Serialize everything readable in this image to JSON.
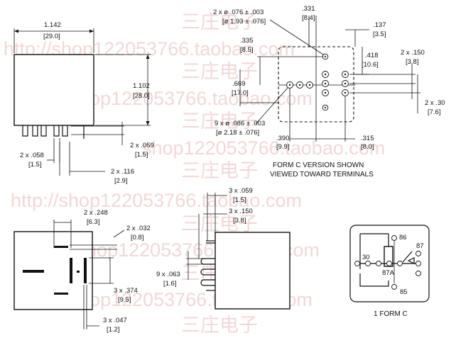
{
  "dimensions": {
    "width_in": "1.142",
    "width_mm": "[29.0]",
    "height_in": "1.102",
    "height_mm": "[28.0]",
    "t_058_in": "2 x .058",
    "t_058_mm": "[1.5]",
    "t_059_in": "2 x .059",
    "t_059_mm": "[1.5]",
    "t_116_in": "2 x .116",
    "t_116_mm": "[2.9]",
    "hole_small_in": "2 x ø .076 ± .003",
    "hole_small_mm": "[ø 1.93 ± .076]",
    "d331_in": ".331",
    "d331_mm": "[8.4]",
    "d137_in": ".137",
    "d137_mm": "[3.5]",
    "d335_in": ".335",
    "d335_mm": "[8.5]",
    "d418_in": ".418",
    "d418_mm": "[10.6]",
    "d150_in": "2 x .150",
    "d150_mm": "[3.8]",
    "d669_in": ".669",
    "d669_mm": "[17.0]",
    "d30_in": "2 x .30",
    "d30_mm": "[7.6]",
    "hole_big_in": "9 x ø .086 ± .003",
    "hole_big_mm": "[ø 2.18 ± .076]",
    "d390_in": ".390",
    "d390_mm": "[9.9]",
    "d315_in": ".315",
    "d315_mm": "[8.0]",
    "d248_in": "2 x .248",
    "d248_mm": "[6.3]",
    "d032_in": "2 x .032",
    "d032_mm": "[0.8]",
    "d374_in": "3 x .374",
    "d374_mm": "[9.5]",
    "d047_in": "3 x .047",
    "d047_mm": "[1.2]",
    "s059_in": "3 x .059",
    "s059_mm": "[1.5]",
    "s150_in": "3 x .150",
    "s150_mm": "[3.8]",
    "s063_in": "9 x .063",
    "s063_mm": "[1.6]"
  },
  "captions": {
    "form_c_line1": "FORM C VERSION SHOWN",
    "form_c_line2": "VIEWED TOWARD TERMINALS",
    "schematic": "1 FORM C"
  },
  "schematic_labels": {
    "p86": "86",
    "p87": "87",
    "p30": "30",
    "p87a": "87A",
    "p85": "85"
  },
  "watermarks": {
    "shop_full": "http://shop122053766.taobao.com",
    "shop_part": "shop122053766.taobao.com",
    "cn": "三庄电子"
  }
}
